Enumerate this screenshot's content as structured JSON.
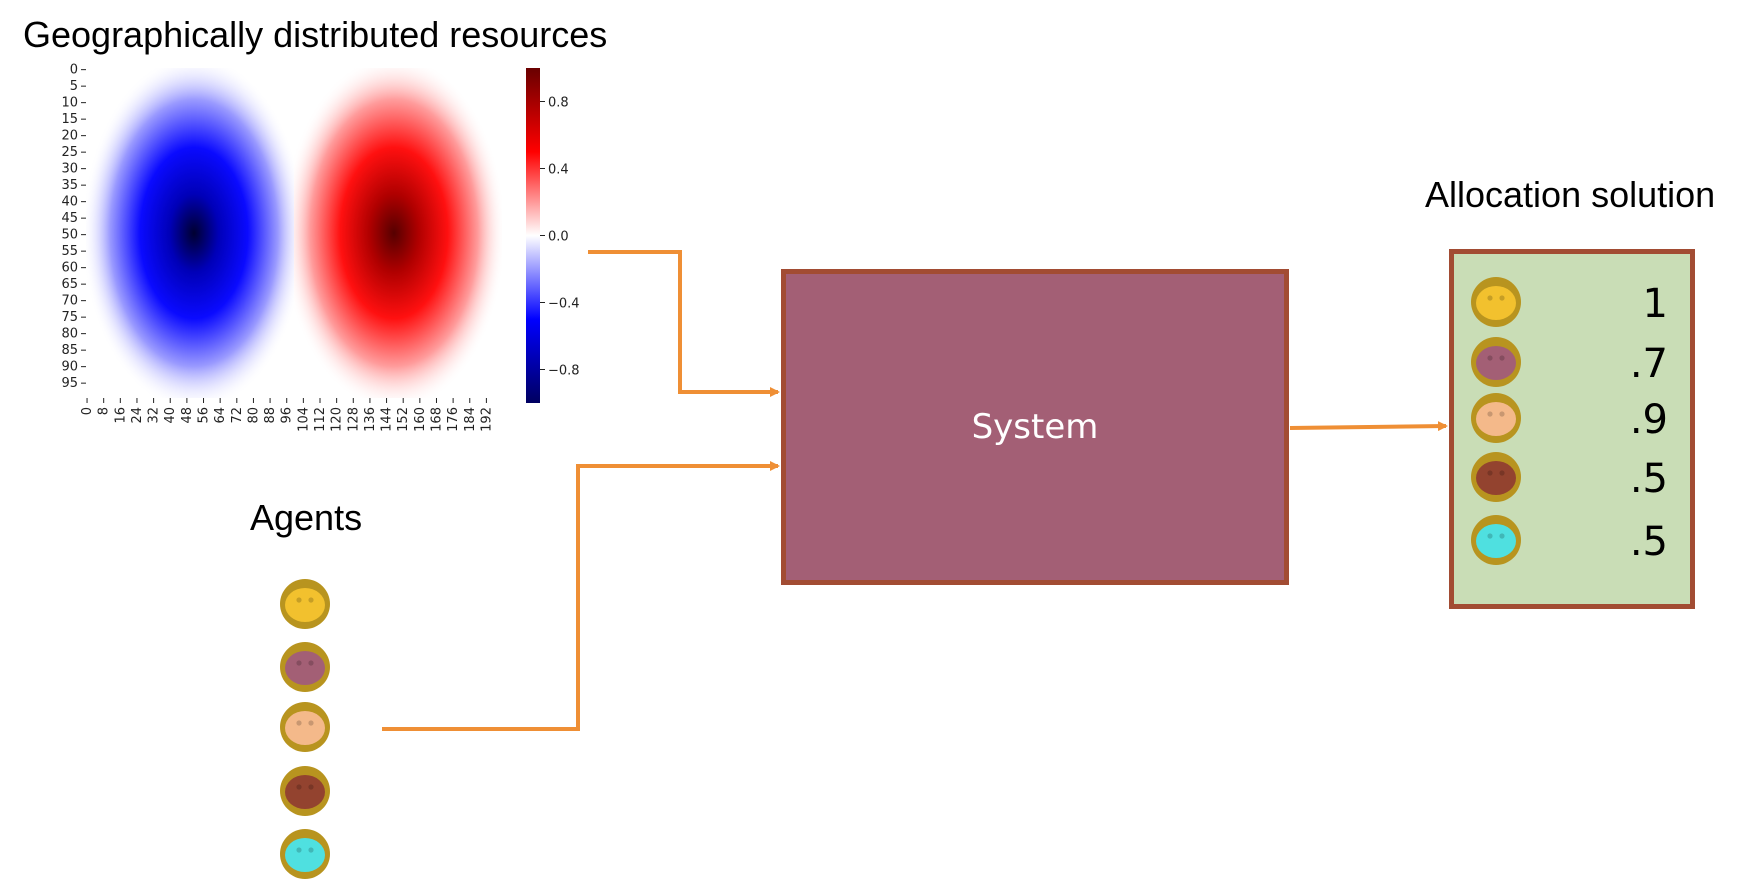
{
  "heatmap": {
    "title": "Geographically distributed resources",
    "y_ticks": [
      "0",
      "5",
      "10",
      "15",
      "20",
      "25",
      "30",
      "35",
      "40",
      "45",
      "50",
      "55",
      "60",
      "65",
      "70",
      "75",
      "80",
      "85",
      "90",
      "95"
    ],
    "x_ticks": [
      "0",
      "8",
      "16",
      "24",
      "32",
      "40",
      "48",
      "56",
      "64",
      "72",
      "80",
      "88",
      "96",
      "104",
      "112",
      "120",
      "128",
      "136",
      "144",
      "152",
      "160",
      "168",
      "176",
      "184",
      "192"
    ],
    "colorbar_ticks": [
      "0.8",
      "0.4",
      "0.0",
      "−0.4",
      "−0.8"
    ],
    "colorbar_range": [
      -1.0,
      1.0
    ],
    "colormap_colors": {
      "low": "#000060",
      "mid": "#ffffff",
      "high": "#7a0000"
    }
  },
  "agents": {
    "title": "Agents",
    "items": [
      {
        "name": "agent-yellow",
        "color": "#f2c12e"
      },
      {
        "name": "agent-mauve",
        "color": "#a35f75"
      },
      {
        "name": "agent-peach",
        "color": "#f4b98a"
      },
      {
        "name": "agent-brown",
        "color": "#93432f"
      },
      {
        "name": "agent-cyan",
        "color": "#4fe0e0"
      }
    ],
    "ring_color": "#b8941f"
  },
  "system": {
    "label": "System",
    "fill": "#a35f75",
    "border": "#a24c33"
  },
  "allocation": {
    "title": "Allocation solution",
    "rows": [
      {
        "color": "#f2c12e",
        "value": "1"
      },
      {
        "color": "#a35f75",
        "value": ".7"
      },
      {
        "color": "#f4b98a",
        "value": ".9"
      },
      {
        "color": "#93432f",
        "value": ".5"
      },
      {
        "color": "#4fe0e0",
        "value": ".5"
      }
    ],
    "fill": "#c9ddb6"
  },
  "arrow_color": "#ef8f35"
}
